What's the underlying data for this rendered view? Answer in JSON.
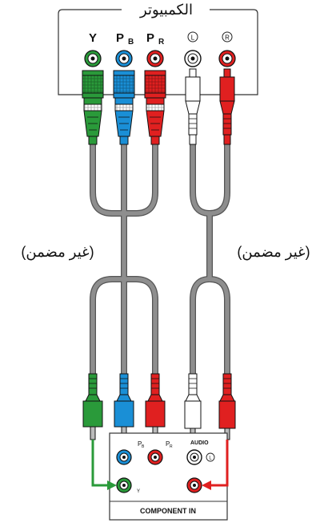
{
  "computer_box": {
    "title": "الكمبيوتر",
    "ports": [
      {
        "name": "y",
        "label": "Y",
        "color": "#2a9a3a"
      },
      {
        "name": "pb",
        "label": "P",
        "sub": "B",
        "color": "#1a8fd6"
      },
      {
        "name": "pr",
        "label": "P",
        "sub": "R",
        "color": "#e02020"
      },
      {
        "name": "audio-l",
        "label": "L",
        "color": "#ffffff"
      },
      {
        "name": "audio-r",
        "label": "R",
        "color": "#e02020"
      }
    ]
  },
  "cable_labels": {
    "left": "(غير مضمن)",
    "right": "(غير مضمن)"
  },
  "panel": {
    "pb_label": "P",
    "pb_sub": "B",
    "pr_label": "P",
    "pr_sub": "R",
    "audio_label": "AUDIO",
    "l_label": "L",
    "y_label": "Y",
    "bottom_label": "COMPONENT IN"
  },
  "colors": {
    "green": "#2a9a3a",
    "blue": "#1a8fd6",
    "red": "#e02020",
    "cable_gray": "#8a8a8a",
    "cable_dark": "#555555"
  }
}
